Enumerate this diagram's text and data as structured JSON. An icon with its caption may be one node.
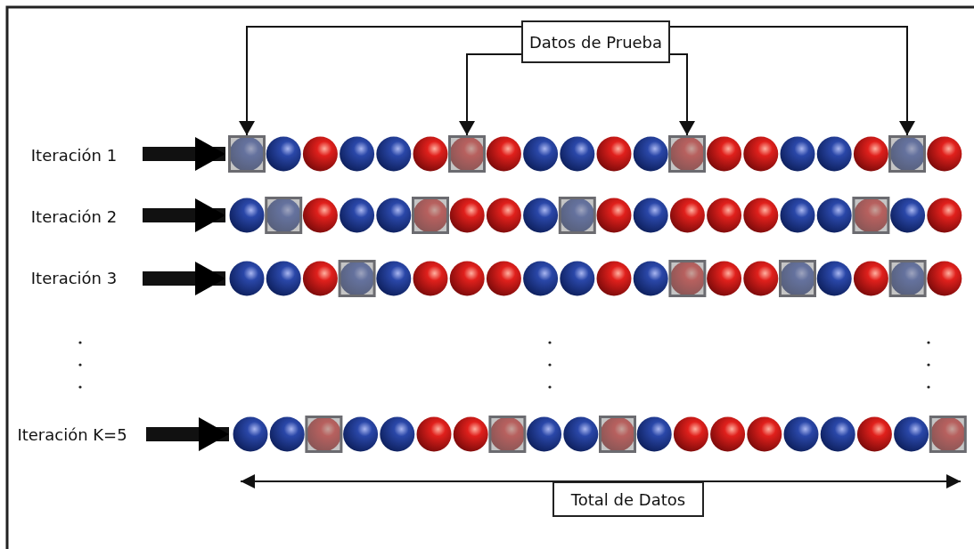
{
  "diagram": {
    "nodes": [
      {
        "text": [
          "Datos de Prueba"
        ]
      },
      {
        "text": [
          "Iteración 1"
        ]
      },
      {
        "text": [],
        "shape": "picture"
      },
      {
        "text": [],
        "shape": "box",
        "in": 2
      },
      {
        "text": [],
        "shape": "box",
        "in": 2
      },
      {
        "text": [],
        "shape": "box",
        "in": 2
      },
      {
        "text": [],
        "shape": "box",
        "in": 2
      },
      {
        "text": [
          "Iteración 2"
        ]
      },
      {
        "text": [],
        "shape": "picture"
      },
      {
        "text": [
          "Iteración 3"
        ]
      },
      {
        "text": [],
        "shape": "picture"
      },
      {
        "text": [
          "Iteración K=5"
        ]
      },
      {
        "text": [],
        "shape": "picture"
      },
      {
        "text": [
          "Total de Datos"
        ]
      }
    ],
    "edges": [
      {
        "from": 0,
        "to": 3,
        "arrow": "to"
      },
      {
        "from": 0,
        "to": 4,
        "arrow": "to"
      },
      {
        "from": 0,
        "to": 5,
        "arrow": "to"
      },
      {
        "from": 0,
        "to": 6,
        "arrow": "to"
      },
      {
        "from": 1,
        "to": 2,
        "arrow": "to",
        "style": "thick"
      },
      {
        "from": 7,
        "to": 8,
        "arrow": "to",
        "style": "thick"
      },
      {
        "from": 9,
        "to": 10,
        "arrow": "to",
        "style": "thick"
      },
      {
        "from": 11,
        "to": 12,
        "arrow": "to",
        "style": "thick"
      }
    ]
  }
}
